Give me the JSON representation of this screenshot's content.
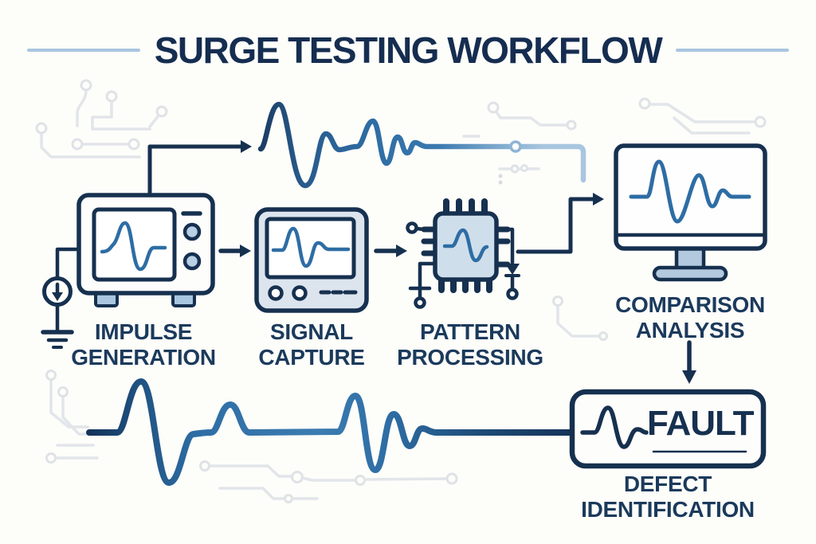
{
  "title": "SURGE TESTING WORKFLOW",
  "stages": [
    {
      "id": "impulse-generation",
      "icon": "impulse-generator-icon",
      "line1": "IMPULSE",
      "line2": "GENERATION"
    },
    {
      "id": "signal-capture",
      "icon": "signal-capture-device-icon",
      "line1": "SIGNAL",
      "line2": "CAPTURE"
    },
    {
      "id": "pattern-processing",
      "icon": "processor-chip-icon",
      "line1": "PATTERN",
      "line2": "PROCESSING"
    },
    {
      "id": "comparison-analysis",
      "icon": "monitor-icon",
      "line1": "COMPARISON",
      "line2": "ANALYSIS"
    },
    {
      "id": "defect-identification",
      "icon": "fault-indicator-icon",
      "line1": "DEFECT",
      "line2": "IDENTIFICATION"
    }
  ],
  "fault_badge": {
    "label": "FAULT",
    "waveform_icon": "fault-waveform-icon"
  },
  "colors": {
    "navy": "#16304f",
    "steel_blue": "#2e6da4",
    "light_blue": "#a9c6e0",
    "pale_fill": "#ccdcea",
    "panel_fill": "#dce4ee",
    "knob_fill": "#b8cfe4",
    "stand_fill": "#b3c9dd",
    "trace_gray": "#e2e5e9"
  }
}
